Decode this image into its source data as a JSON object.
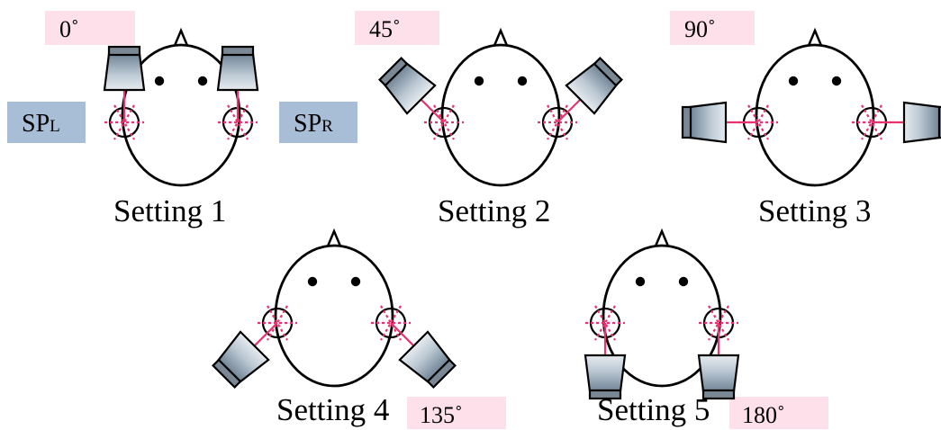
{
  "labels": {
    "sp_left": {
      "main": "SP",
      "sub": "L"
    },
    "sp_right": {
      "main": "SP",
      "sub": "R"
    }
  },
  "settings": [
    {
      "caption": "Setting 1",
      "angle_label": "0˚",
      "angle_deg": 0
    },
    {
      "caption": "Setting 2",
      "angle_label": "45˚",
      "angle_deg": 45
    },
    {
      "caption": "Setting 3",
      "angle_label": "90˚",
      "angle_deg": 90
    },
    {
      "caption": "Setting 4",
      "angle_label": "135˚",
      "angle_deg": 135
    },
    {
      "caption": "Setting 5",
      "angle_label": "180˚",
      "angle_deg": 180
    }
  ],
  "colors": {
    "angle_box": "#fde0ea",
    "sp_box": "#a8bdd6",
    "speaker_fill_light": "#dde3e8",
    "speaker_fill_dark": "#6f8294",
    "speaker_cap": "#7a8794",
    "link_line": "#e8336f",
    "dotted_line": "#e8336f"
  }
}
